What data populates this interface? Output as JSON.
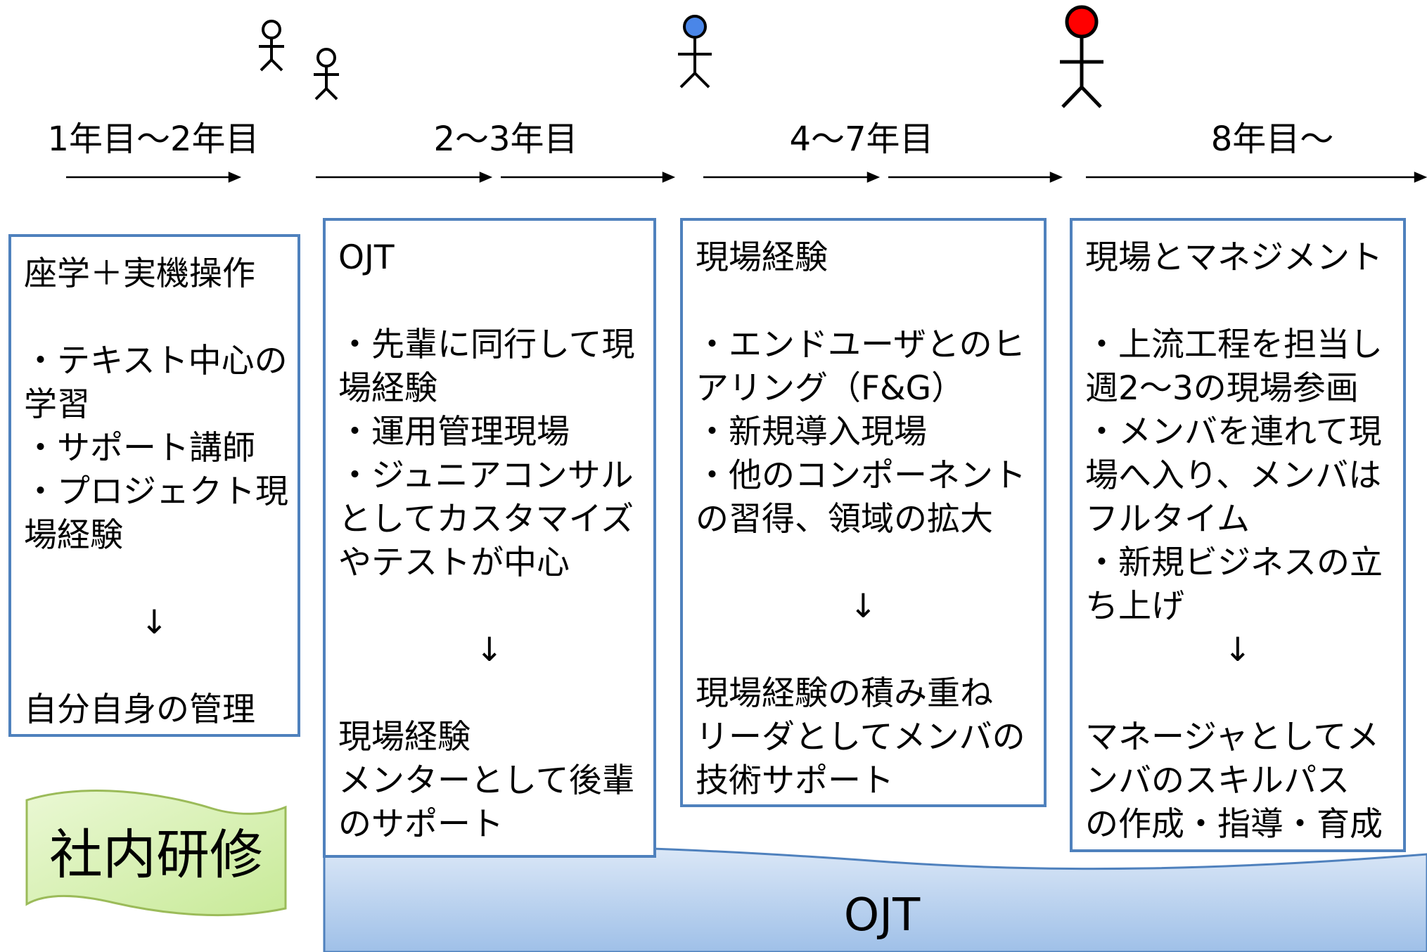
{
  "colors": {
    "box_border": "#4f81bd",
    "wave_fill": "#c5d9f1",
    "wave_stroke": "#4f81bd",
    "banner_fill": "#d7f0b0",
    "banner_stroke": "#9bbb59",
    "figure_blue": "#4a86e8",
    "figure_red": "#ff0000"
  },
  "figures": [
    {
      "name": "small-person-a",
      "head": "white"
    },
    {
      "name": "small-person-b",
      "head": "white"
    },
    {
      "name": "medium-person",
      "head": "blue"
    },
    {
      "name": "large-person",
      "head": "red"
    }
  ],
  "periods": [
    "1年目～2年目",
    "2～3年目",
    "4～7年目",
    "8年目～"
  ],
  "stages": [
    {
      "title": "座学＋実機操作",
      "items": [
        "・テキスト中心の",
        "学習",
        "・サポート講師",
        "・プロジェクト現",
        "場経験"
      ],
      "arrow": "↓",
      "result": [
        "自分自身の管理"
      ]
    },
    {
      "title": "OJT",
      "items": [
        "・先輩に同行して現",
        "場経験",
        "・運用管理現場",
        "・ジュニアコンサル",
        "としてカスタマイズ",
        "やテストが中心"
      ],
      "arrow": "↓",
      "result": [
        "現場経験",
        "メンターとして後輩",
        "のサポート"
      ]
    },
    {
      "title": "現場経験",
      "items": [
        "・エンドユーザとのヒ",
        "アリング（F&G）",
        "・新規導入現場",
        "・他のコンポーネント",
        "の習得、領域の拡大"
      ],
      "arrow": "↓",
      "result": [
        "現場経験の積み重ね",
        "リーダとしてメンバの",
        "技術サポート"
      ]
    },
    {
      "title": "現場とマネジメント",
      "items": [
        "・上流工程を担当し",
        "週2～3の現場参画",
        "・メンバを連れて現",
        "場へ入り、メンバは",
        "フルタイム",
        "・新規ビジネスの立",
        "ち上げ"
      ],
      "arrow": "↓",
      "result": [
        "マネージャとしてメ",
        "ンバのスキルパス",
        "の作成・指導・育成"
      ]
    }
  ],
  "banner": {
    "label": "社内研修"
  },
  "ojt_band": {
    "label": "OJT"
  }
}
